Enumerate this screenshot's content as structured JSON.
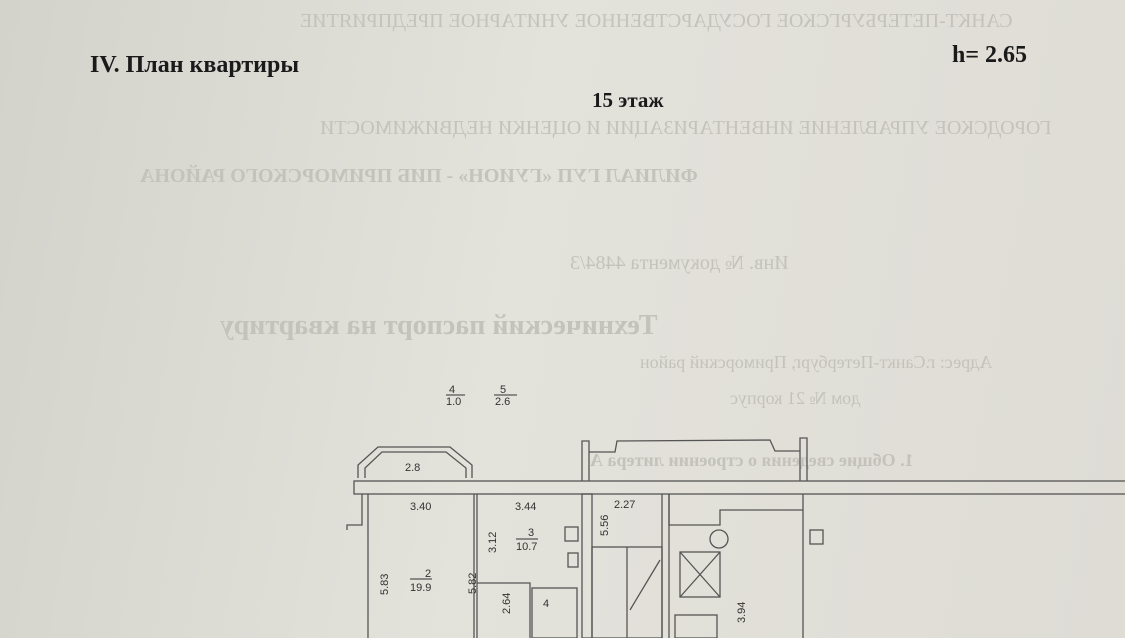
{
  "header": {
    "title": "IV. План квартиры",
    "ceiling_height": "h= 2.65",
    "floor": "15 этаж"
  },
  "bleed_through": [
    "САНКТ-ПЕТЕРБУРГСКОЕ ГОСУДАРСТВЕННОЕ УНИТАРНОЕ ПРЕДПРИЯТИЕ",
    "ГОРОДСКОЕ УПРАВЛЕНИЕ ИНВЕНТАРИЗАЦИИ И ОЦЕНКИ НЕДВИЖИМОСТИ",
    "ФИЛИАЛ ГУП «ГУИОН» - ПИБ ПРИМОРСКОГО РАЙОНА",
    "Инв. № документа 4484/3",
    "Технический паспорт на квартиру",
    "Адрес: г.Санкт-Петербург, Приморский район",
    "дом № 21 корпус",
    "1. Общие сведения о строении литера А"
  ],
  "plan": {
    "balcony_labels": [
      {
        "num": "4",
        "area": "1.0"
      },
      {
        "num": "5",
        "area": "2.6"
      }
    ],
    "dimensions": [
      "2.8",
      "3.40",
      "3.44",
      "2.27",
      "3.12",
      "5.56",
      "5.83",
      "5.82",
      "2.64",
      "3.94"
    ],
    "rooms": [
      {
        "num": "2",
        "area": "19.9"
      },
      {
        "num": "3",
        "area": "10.7"
      },
      {
        "num": "4",
        "area": ""
      }
    ]
  }
}
